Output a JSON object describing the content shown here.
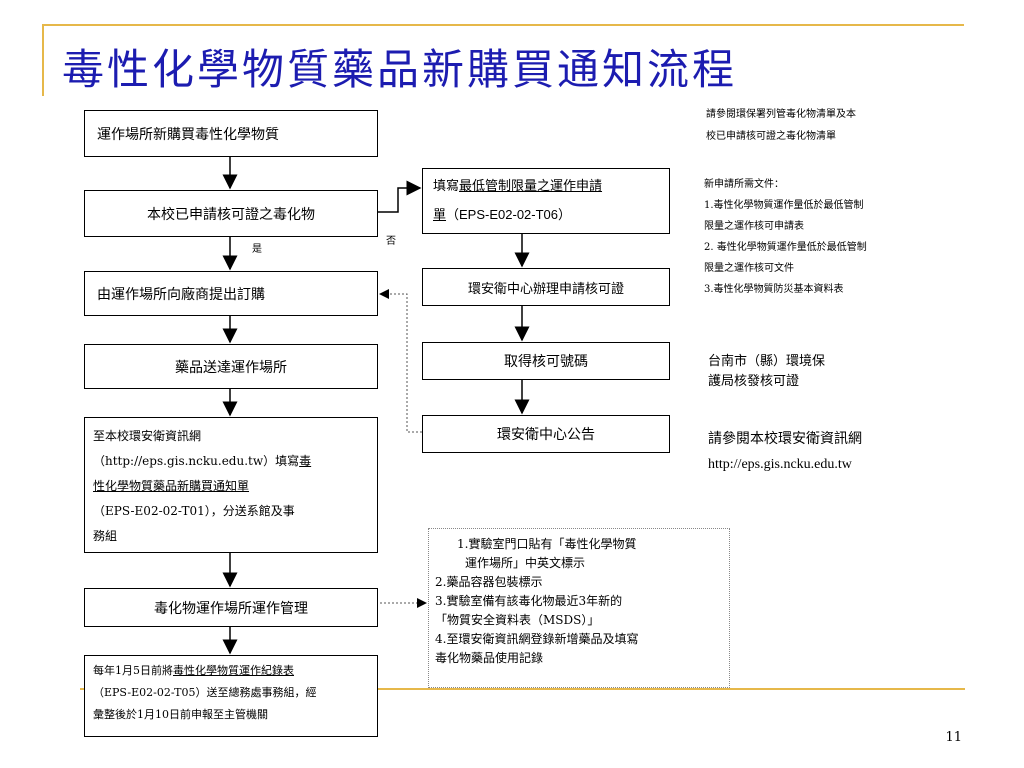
{
  "title": "毒性化學物質藥品新購買通知流程",
  "page_number": "11",
  "left_flow": {
    "step1": "運作場所新購買毒性化學物質",
    "step2": "本校已申請核可證之毒化物",
    "step2_yes": "是",
    "step2_no": "否",
    "step3": "由運作場所向廠商提出訂購",
    "step4": "藥品送達運作場所",
    "step5_line1": "至本校環安衛資訊網",
    "step5_line2_pre": "（http://eps.gis.ncku.edu.tw）填寫",
    "step5_line2_ul": "毒",
    "step5_line3_ul": "性化學物質藥品新購買通知單",
    "step5_line4": "（EPS-E02-02-T01），分送系館及事",
    "step5_line5": "務組",
    "step6": "毒化物運作場所運作管理",
    "step7_pre": "每年1月5日前將",
    "step7_ul": "毒性化學物質運作紀錄表",
    "step7_line2": "（EPS-E02-02-T05）送至總務處事務組，經",
    "step7_line3": "彙整後於1月10日前申報至主管機關"
  },
  "right_flow": {
    "r1_line1_pre": "填寫",
    "r1_line1_ul": "最低管制限量之運作申請",
    "r1_line2_ul": "單",
    "r1_line2_post": "（EPS-E02-02-T06）",
    "r2": "環安衛中心辦理申請核可證",
    "r3": "取得核可號碼",
    "r4": "環安衛中心公告"
  },
  "notes": {
    "top_line1": "請參閱環保署列管毒化物清單及本",
    "top_line2": "校已申請核可證之毒化物清單",
    "docs_title": "新申請所需文件：",
    "docs_1a": "1.毒性化學物質運作量低於最低管制",
    "docs_1b": "限量之運作核可申請表",
    "docs_2a": "2. 毒性化學物質運作量低於最低管制",
    "docs_2b": "限量之運作核可文件",
    "docs_3": "3.毒性化學物質防災基本資料表",
    "issuer_line1": "台南市（縣）環境保",
    "issuer_line2": "護局核發核可證",
    "web_line1": "請參閱本校環安衛資訊網",
    "web_line2": "http://eps.gis.ncku.edu.tw"
  },
  "management_list": {
    "item1a": "1.實驗室門口貼有「毒性化學物質",
    "item1b": "運作場所」中英文標示",
    "item2": "2.藥品容器包裝標示",
    "item3": "3.實驗室備有該毒化物最近3年新的",
    "item3b": "「物質安全資料表（MSDS）」",
    "item4a": "4.至環安衛資訊網登錄新增藥品及填寫",
    "item4b": "毒化物藥品使用記錄"
  }
}
